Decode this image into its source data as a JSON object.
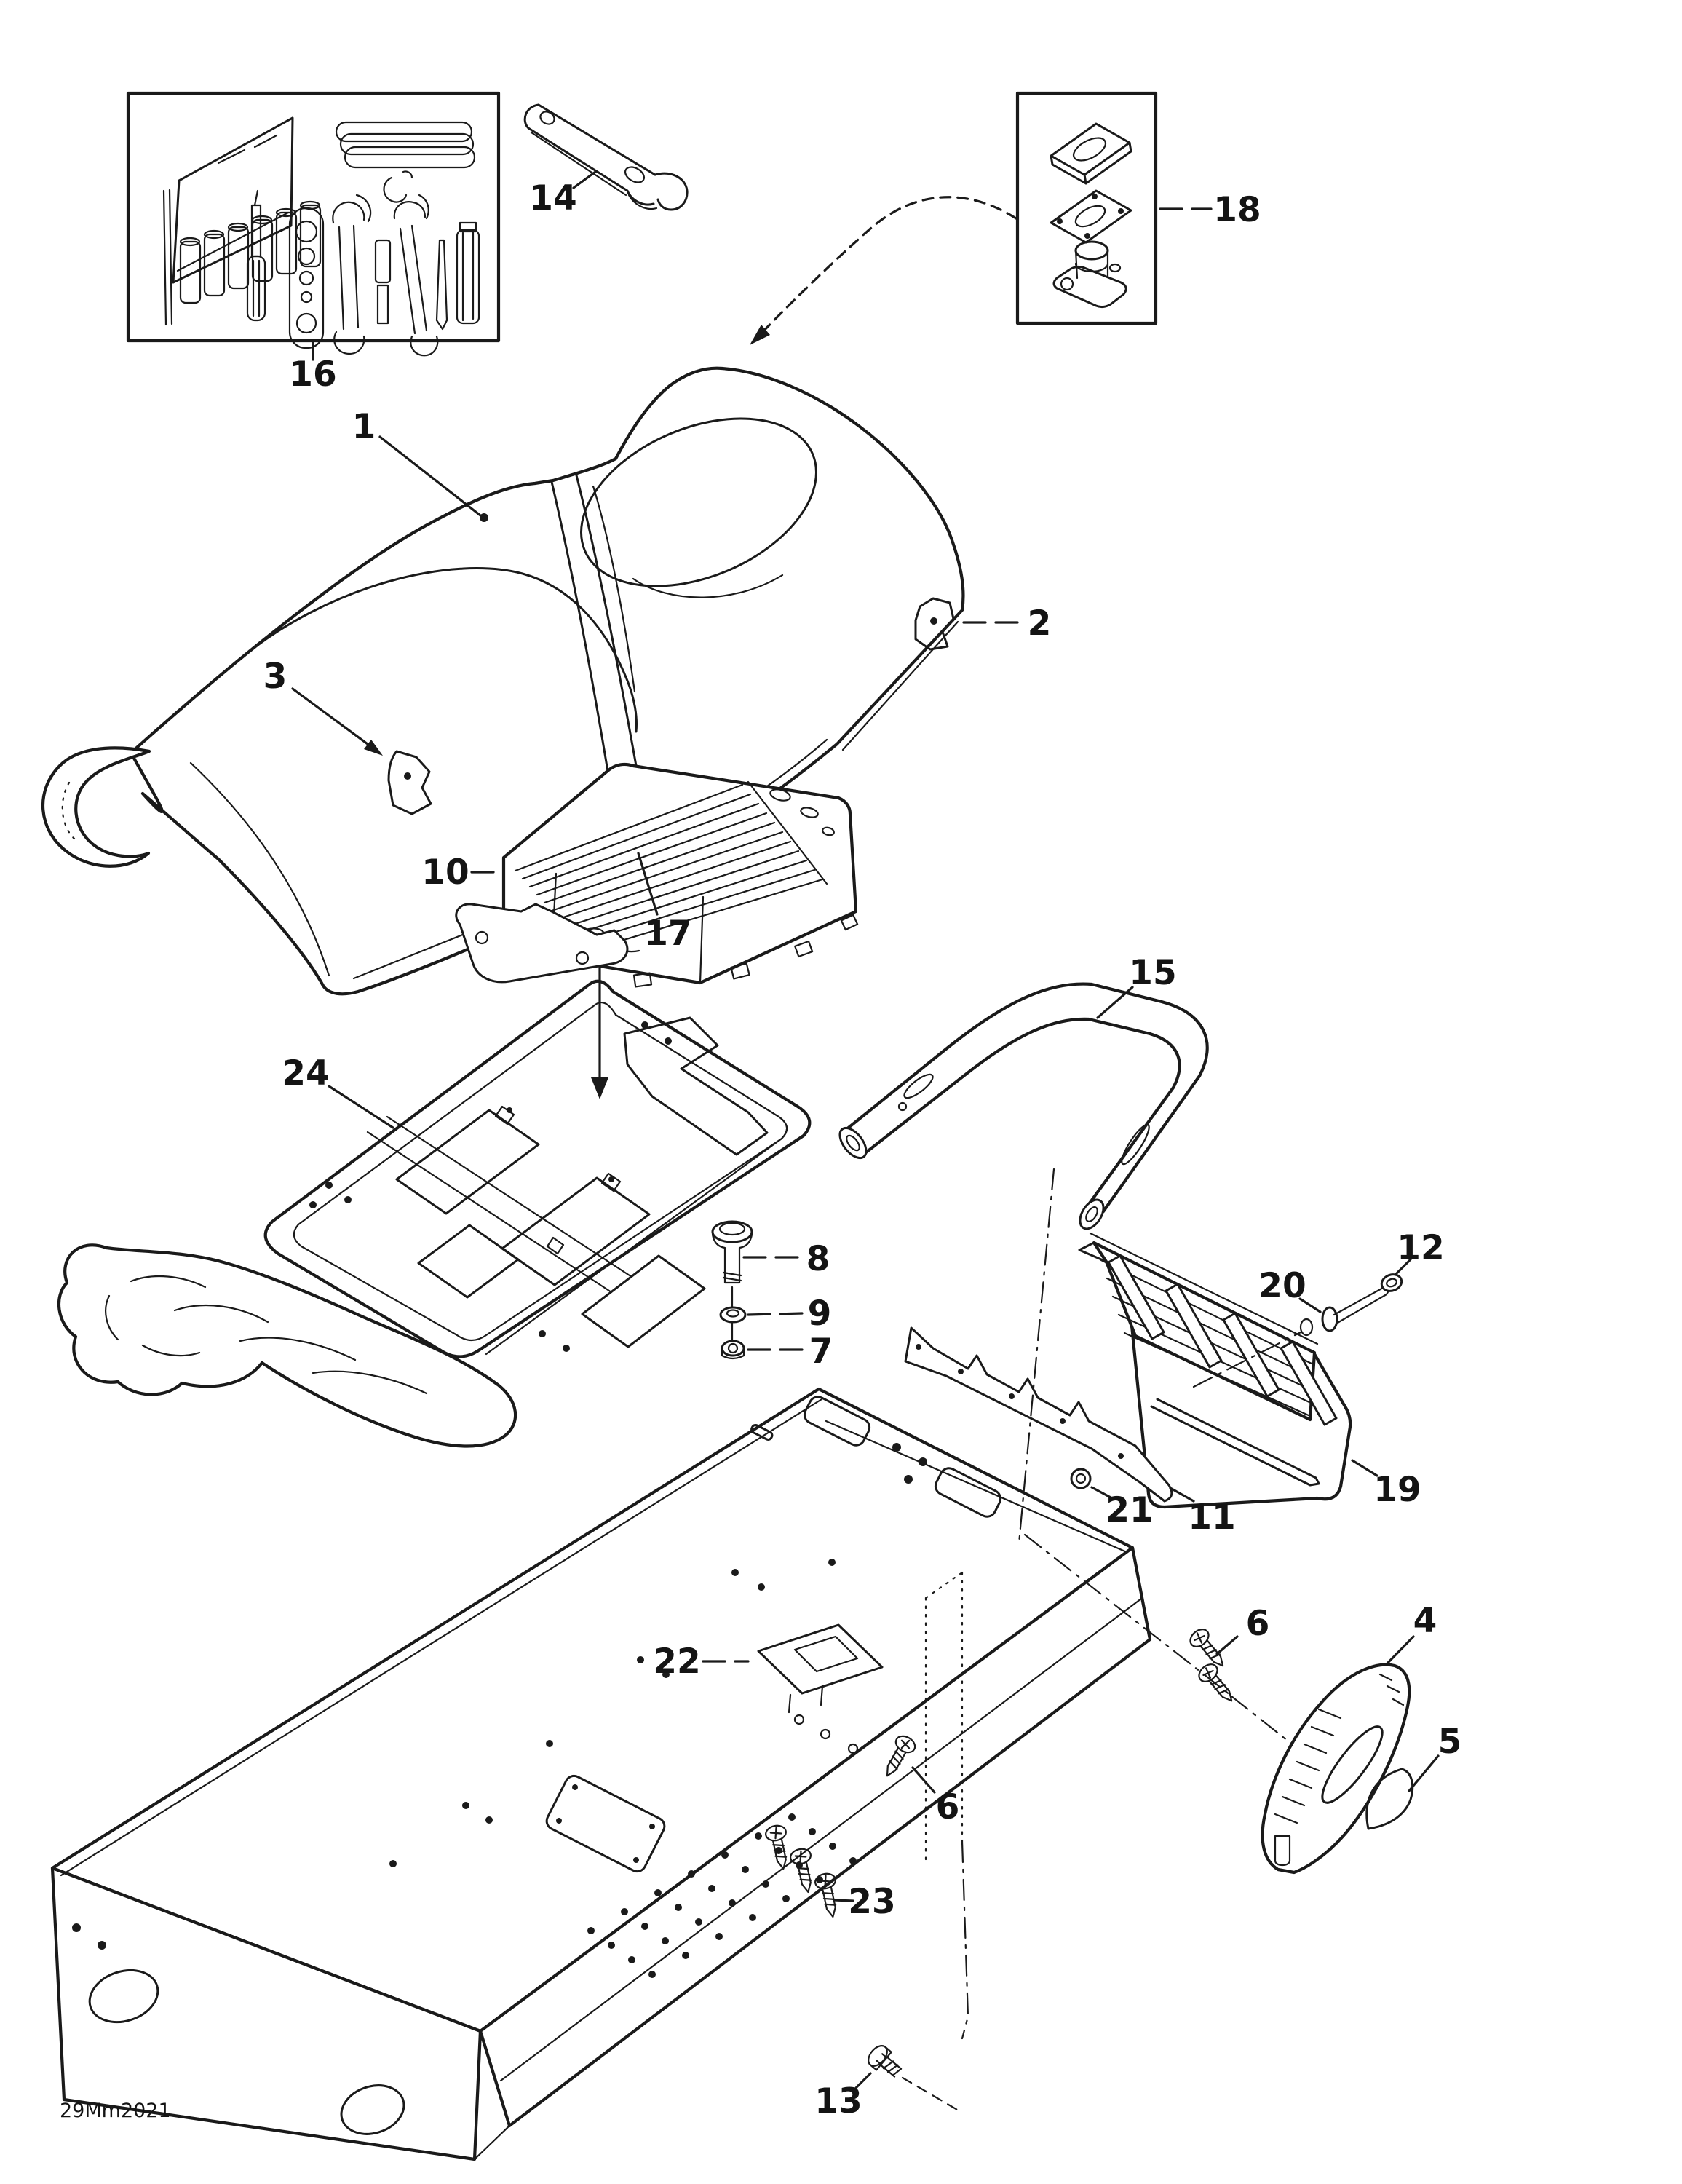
{
  "document": {
    "kind": "exploded parts diagram",
    "subject": "Seat and rear body assembly"
  },
  "footer": {
    "code": "29Mm2021"
  },
  "colors": {
    "ink": "#1a1a1a",
    "background": "#ffffff"
  },
  "callouts": [
    {
      "label": "1",
      "part": "seat"
    },
    {
      "label": "2",
      "part": "latch striker patch"
    },
    {
      "label": "3",
      "part": "seat strap anchor tab"
    },
    {
      "label": "4",
      "part": "grab handle grip"
    },
    {
      "label": "5",
      "part": "reflector insert"
    },
    {
      "label": "6",
      "part": "screw at tunnel"
    },
    {
      "label": "6",
      "part": "screws at grip"
    },
    {
      "label": "7",
      "part": "nut"
    },
    {
      "label": "8",
      "part": "shoulder bolt"
    },
    {
      "label": "9",
      "part": "washer"
    },
    {
      "label": "10",
      "part": "storage box"
    },
    {
      "label": "11",
      "part": "hinge strip"
    },
    {
      "label": "12",
      "part": "o-ring"
    },
    {
      "label": "13",
      "part": "flanged bolt"
    },
    {
      "label": "14",
      "part": "spanner wrench"
    },
    {
      "label": "15",
      "part": "rear grab handle"
    },
    {
      "label": "16",
      "part": "tool kit"
    },
    {
      "label": "17",
      "part": "seat strap"
    },
    {
      "label": "18",
      "part": "latch kit"
    },
    {
      "label": "19",
      "part": "snow flap"
    },
    {
      "label": "20",
      "part": "clevis pin"
    },
    {
      "label": "21",
      "part": "flap washer"
    },
    {
      "label": "22",
      "part": "support pad"
    },
    {
      "label": "23",
      "part": "screws"
    },
    {
      "label": "24",
      "part": "seat base plate"
    }
  ]
}
